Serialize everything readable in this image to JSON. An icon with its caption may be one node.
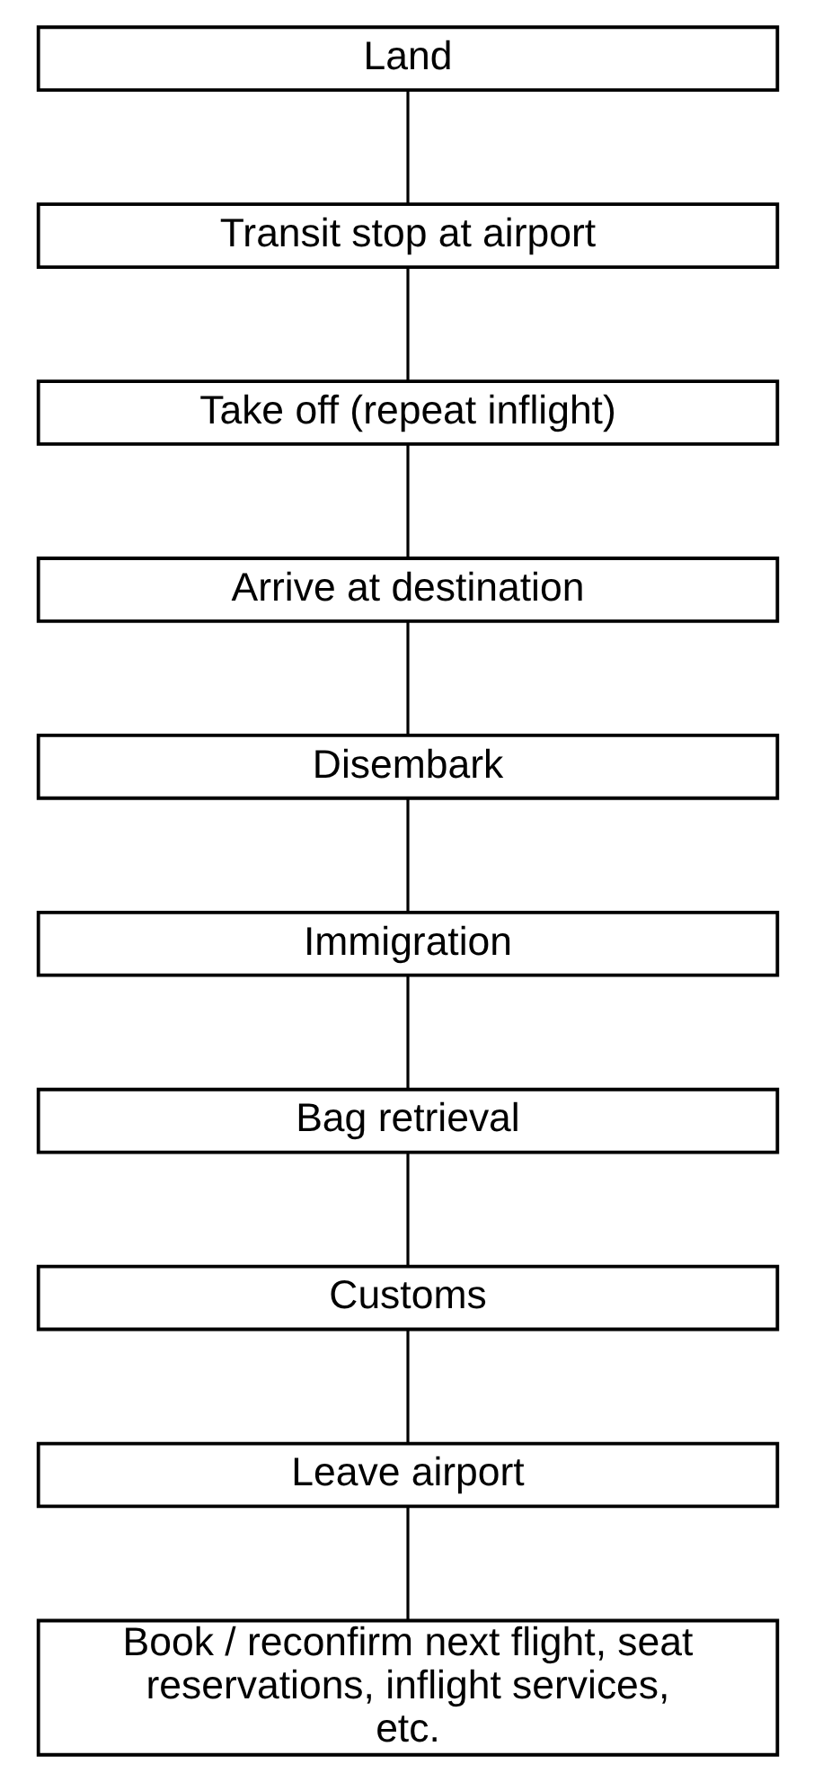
{
  "diagram": {
    "nodes": [
      {
        "text": [
          "Land"
        ]
      },
      {
        "text": [
          "Transit stop at airport"
        ]
      },
      {
        "text": [
          "Take off (repeat inflight)"
        ]
      },
      {
        "text": [
          "Arrive at destination"
        ]
      },
      {
        "text": [
          "Disembark"
        ]
      },
      {
        "text": [
          "Immigration"
        ]
      },
      {
        "text": [
          "Bag retrieval"
        ]
      },
      {
        "text": [
          "Customs"
        ]
      },
      {
        "text": [
          "Leave airport"
        ]
      },
      {
        "text": [
          "Book / reconfirm next flight, seat reservations, inflight services, etc."
        ]
      }
    ],
    "edges": [
      {
        "from": 0,
        "to": 1,
        "arrow": "none"
      },
      {
        "from": 1,
        "to": 2,
        "arrow": "none"
      },
      {
        "from": 2,
        "to": 3,
        "arrow": "none"
      },
      {
        "from": 3,
        "to": 4,
        "arrow": "none"
      },
      {
        "from": 4,
        "to": 5,
        "arrow": "none"
      },
      {
        "from": 5,
        "to": 6,
        "arrow": "none"
      },
      {
        "from": 6,
        "to": 7,
        "arrow": "none"
      },
      {
        "from": 7,
        "to": 8,
        "arrow": "none"
      },
      {
        "from": 8,
        "to": 9,
        "arrow": "none"
      }
    ]
  }
}
